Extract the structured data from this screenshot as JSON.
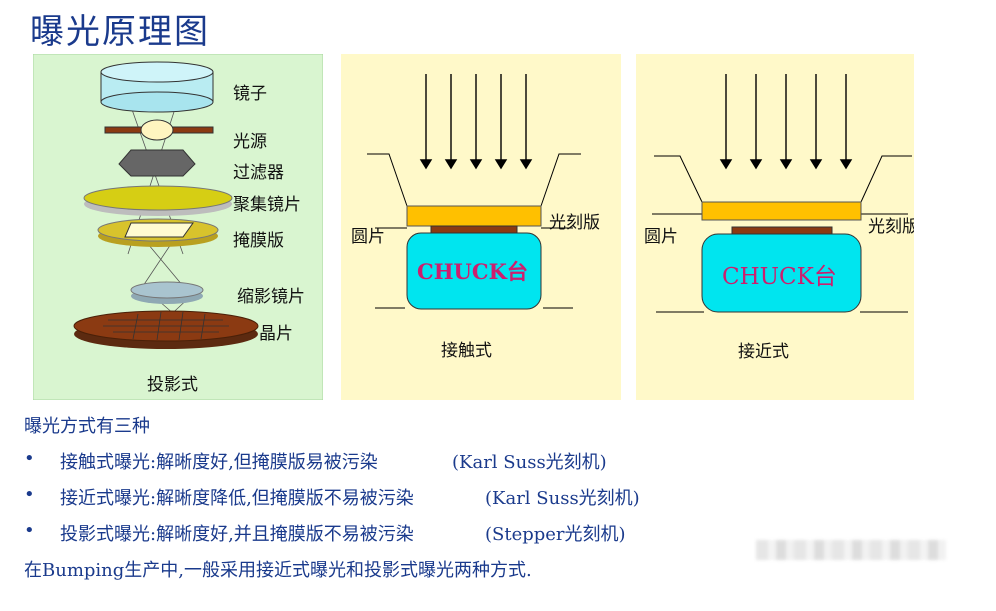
{
  "title": "曝光原理图",
  "panels": {
    "projection": {
      "labels": {
        "mirror": "镜子",
        "light_source": "光源",
        "filter": "过滤器",
        "condenser_lens": "聚集镜片",
        "mask": "掩膜版",
        "reduction_lens": "缩影镜片",
        "wafer": "晶片"
      },
      "caption": "投影式"
    },
    "contact": {
      "wafer_label": "圆片",
      "photomask_label": "光刻版",
      "chuck_label": "CHUCK台",
      "caption": "接触式"
    },
    "proximity": {
      "wafer_label": "圆片",
      "photomask_label": "光刻版",
      "chuck_label": "CHUCK台",
      "caption": "接近式"
    }
  },
  "text": {
    "intro": "曝光方式有三种",
    "bullets": [
      {
        "bullet": "•",
        "main": "接触式曝光:解晰度好,但掩膜版易被污染",
        "brand": "(Karl Suss光刻机)"
      },
      {
        "bullet": "•",
        "main": "接近式曝光:解晰度降低,但掩膜版不易被污染",
        "brand": "(Karl Suss光刻机)"
      },
      {
        "bullet": "•",
        "main": "投影式曝光:解晰度好,并且掩膜版不易被污染",
        "brand": "(Stepper光刻机)"
      }
    ],
    "footer": "在Bumping生产中,一般采用接近式曝光和投影式曝光两种方式."
  },
  "colors": {
    "title": "#1a3a8c",
    "projection_bg": "#d9f5d0",
    "contact_bg": "#fff9c9",
    "photomask": "#ffc000",
    "chuck": "#00e5ef",
    "chuck_text": "#cc1f6e",
    "wafer_brown": "#8b3a12"
  }
}
